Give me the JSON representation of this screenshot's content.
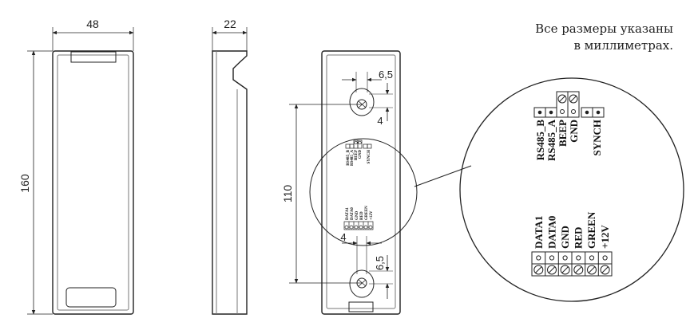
{
  "dimensions": {
    "width": "48",
    "height": "160",
    "depth": "22",
    "hole_spacing": "110",
    "top_offset_horizontal": "6,5",
    "top_offset_vertical": "4",
    "bottom_offset_horizontal": "4",
    "bottom_offset_vertical": "6,5"
  },
  "note": {
    "line1": "Все размеры указаны",
    "line2": "в миллиметрах."
  },
  "terminals_top": {
    "labels": [
      "RS485_B",
      "RS485_A",
      "BEEP",
      "GND",
      "SYNCH"
    ]
  },
  "terminals_bottom": {
    "labels": [
      "DATA1",
      "DATA0",
      "GND",
      "RED",
      "GREEN",
      "+12V"
    ]
  }
}
